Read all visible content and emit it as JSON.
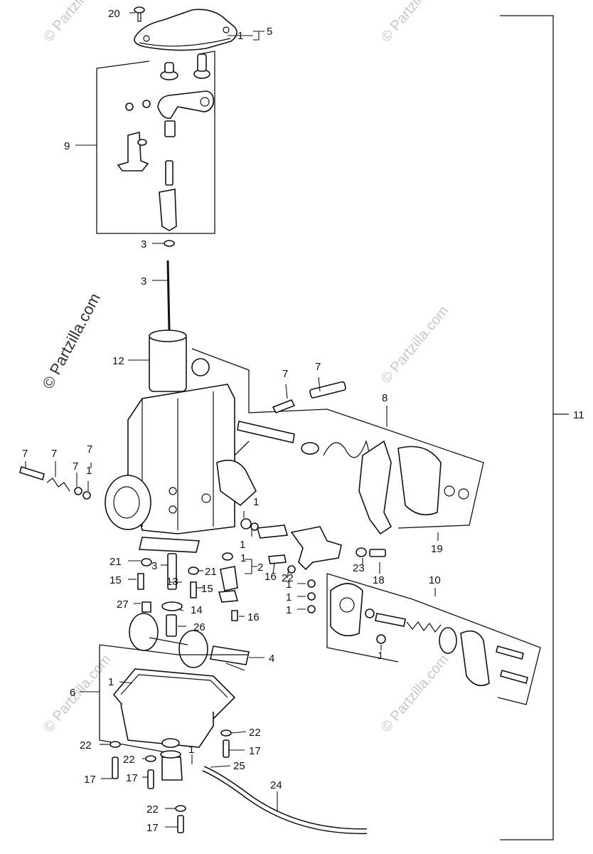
{
  "watermark": {
    "text": "© Partzilla.com"
  },
  "labels": {
    "l20": "20",
    "l1a": "1",
    "l5": "5",
    "l9": "9",
    "l3a": "3",
    "l3b": "3",
    "l12": "12",
    "l7a": "7",
    "l7b": "7",
    "l8": "8",
    "l11": "11",
    "l7c": "7",
    "l7d": "7",
    "l7e": "7",
    "l7f": "7",
    "l1b": "1",
    "l1c": "1",
    "l1d": "1",
    "l1e": "1",
    "l21a": "21",
    "l3c": "3",
    "l21b": "21",
    "l2": "2",
    "l16a": "16",
    "l22a": "22",
    "l23": "23",
    "l18": "18",
    "l19": "19",
    "l15a": "15",
    "l13": "13",
    "l15b": "15",
    "l1f": "1",
    "l1g": "1",
    "l1h": "1",
    "l10": "10",
    "l27": "27",
    "l14": "14",
    "l16b": "16",
    "l26": "26",
    "l1i": "1",
    "l4": "4",
    "l6": "6",
    "l1j": "1",
    "l22b": "22",
    "l17a": "17",
    "l22c": "22",
    "l17b": "17",
    "l22d": "22",
    "l17c": "17",
    "l1k": "1",
    "l25": "25",
    "l24": "24",
    "l22e": "22",
    "l17d": "17"
  }
}
